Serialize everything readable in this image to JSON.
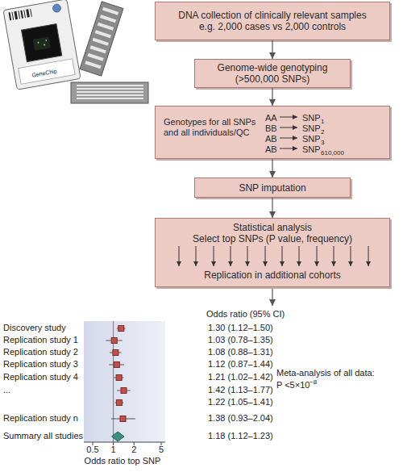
{
  "diagram": {
    "nodes": [
      {
        "text": [
          "DNA collection of clinically relevant samples e.g. 2,000 cases vs 2,000 controls"
        ]
      },
      {
        "text": [
          "Genome-wide genotyping (>500,000 SNPs)"
        ]
      },
      {
        "text": [
          "Genotypes for all SNPs and all individuals/QC",
          "AA",
          "SNP",
          "1",
          "BB",
          "SNP",
          "2",
          "AB",
          "SNP",
          "3",
          "AB",
          "SNP",
          "610,000"
        ]
      },
      {
        "text": [
          "SNP imputation"
        ]
      },
      {
        "text": [
          "Statistical analysis",
          "Select top SNPs (P value, frequency)",
          "Replication in additional cohorts"
        ]
      }
    ],
    "edges": [
      {
        "from": 0,
        "to": 1,
        "arrow": "to"
      },
      {
        "from": 1,
        "to": 2,
        "arrow": "to"
      },
      {
        "from": 2,
        "to": 3,
        "arrow": "to"
      },
      {
        "from": 3,
        "to": 4,
        "arrow": "to"
      }
    ],
    "labels": [
      "GeneChip",
      "Odds ratio (95% CI)",
      "Discovery study",
      "Replication study 1",
      "Replication study 2",
      "Replication study 3",
      "Replication study 4",
      "...",
      "Replication study n",
      "Summary all studies",
      "1.30 (1.12–1.50)",
      "1.03 (0.78–1.35)",
      "1.08 (0.88–1.31)",
      "1.12 (0.87–1.44)",
      "1.21 (1.02–1.42)",
      "1.42 (1.13–1.77)",
      "1.22 (1.05–1.41)",
      "1.38 (0.93–2.04)",
      "1.18 (1.12–1.23)",
      "Meta-analysis of all data:",
      "P <5×10",
      "−8",
      "0.5",
      "1",
      "2",
      "5",
      "Odds ratio top SNP"
    ]
  }
}
